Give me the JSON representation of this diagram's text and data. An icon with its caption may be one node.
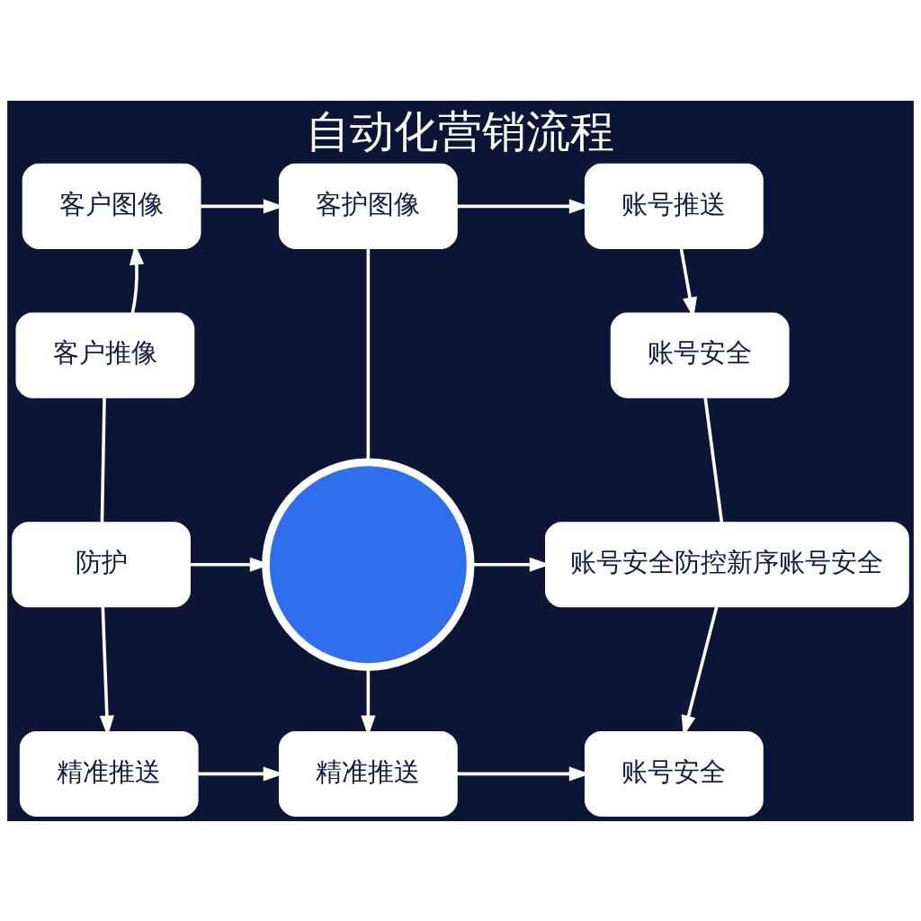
{
  "diagram": {
    "title": "自动化营销流程",
    "nodes": [
      {
        "text": [
          "客户图像"
        ]
      },
      {
        "text": [
          "客护图像"
        ]
      },
      {
        "text": [
          "账号推送"
        ]
      },
      {
        "text": [
          "客户推像"
        ]
      },
      {
        "text": [
          "账号安全"
        ]
      },
      {
        "text": [
          "防护"
        ]
      },
      {
        "text": [],
        "shape": "circle"
      },
      {
        "text": [
          "账号安全防控新序账号安全"
        ]
      },
      {
        "text": [
          "精准推送"
        ]
      },
      {
        "text": [
          "精准推送"
        ]
      },
      {
        "text": [
          "账号安全"
        ]
      }
    ],
    "edges": [
      {
        "from": 0,
        "to": 1,
        "arrow": "to"
      },
      {
        "from": 1,
        "to": 2,
        "arrow": "to"
      },
      {
        "from": 3,
        "to": 0,
        "arrow": "to"
      },
      {
        "from": 1,
        "to": 6,
        "arrow": "none"
      },
      {
        "from": 2,
        "to": 4,
        "arrow": "to"
      },
      {
        "from": 3,
        "to": 5,
        "arrow": "none"
      },
      {
        "from": 5,
        "to": 6,
        "arrow": "to"
      },
      {
        "from": 6,
        "to": 7,
        "arrow": "to"
      },
      {
        "from": 4,
        "to": 7,
        "arrow": "none"
      },
      {
        "from": 5,
        "to": 8,
        "arrow": "to"
      },
      {
        "from": 6,
        "to": 9,
        "arrow": "to"
      },
      {
        "from": 7,
        "to": 10,
        "arrow": "to"
      },
      {
        "from": 8,
        "to": 9,
        "arrow": "to"
      },
      {
        "from": 9,
        "to": 10,
        "arrow": "to"
      }
    ]
  }
}
